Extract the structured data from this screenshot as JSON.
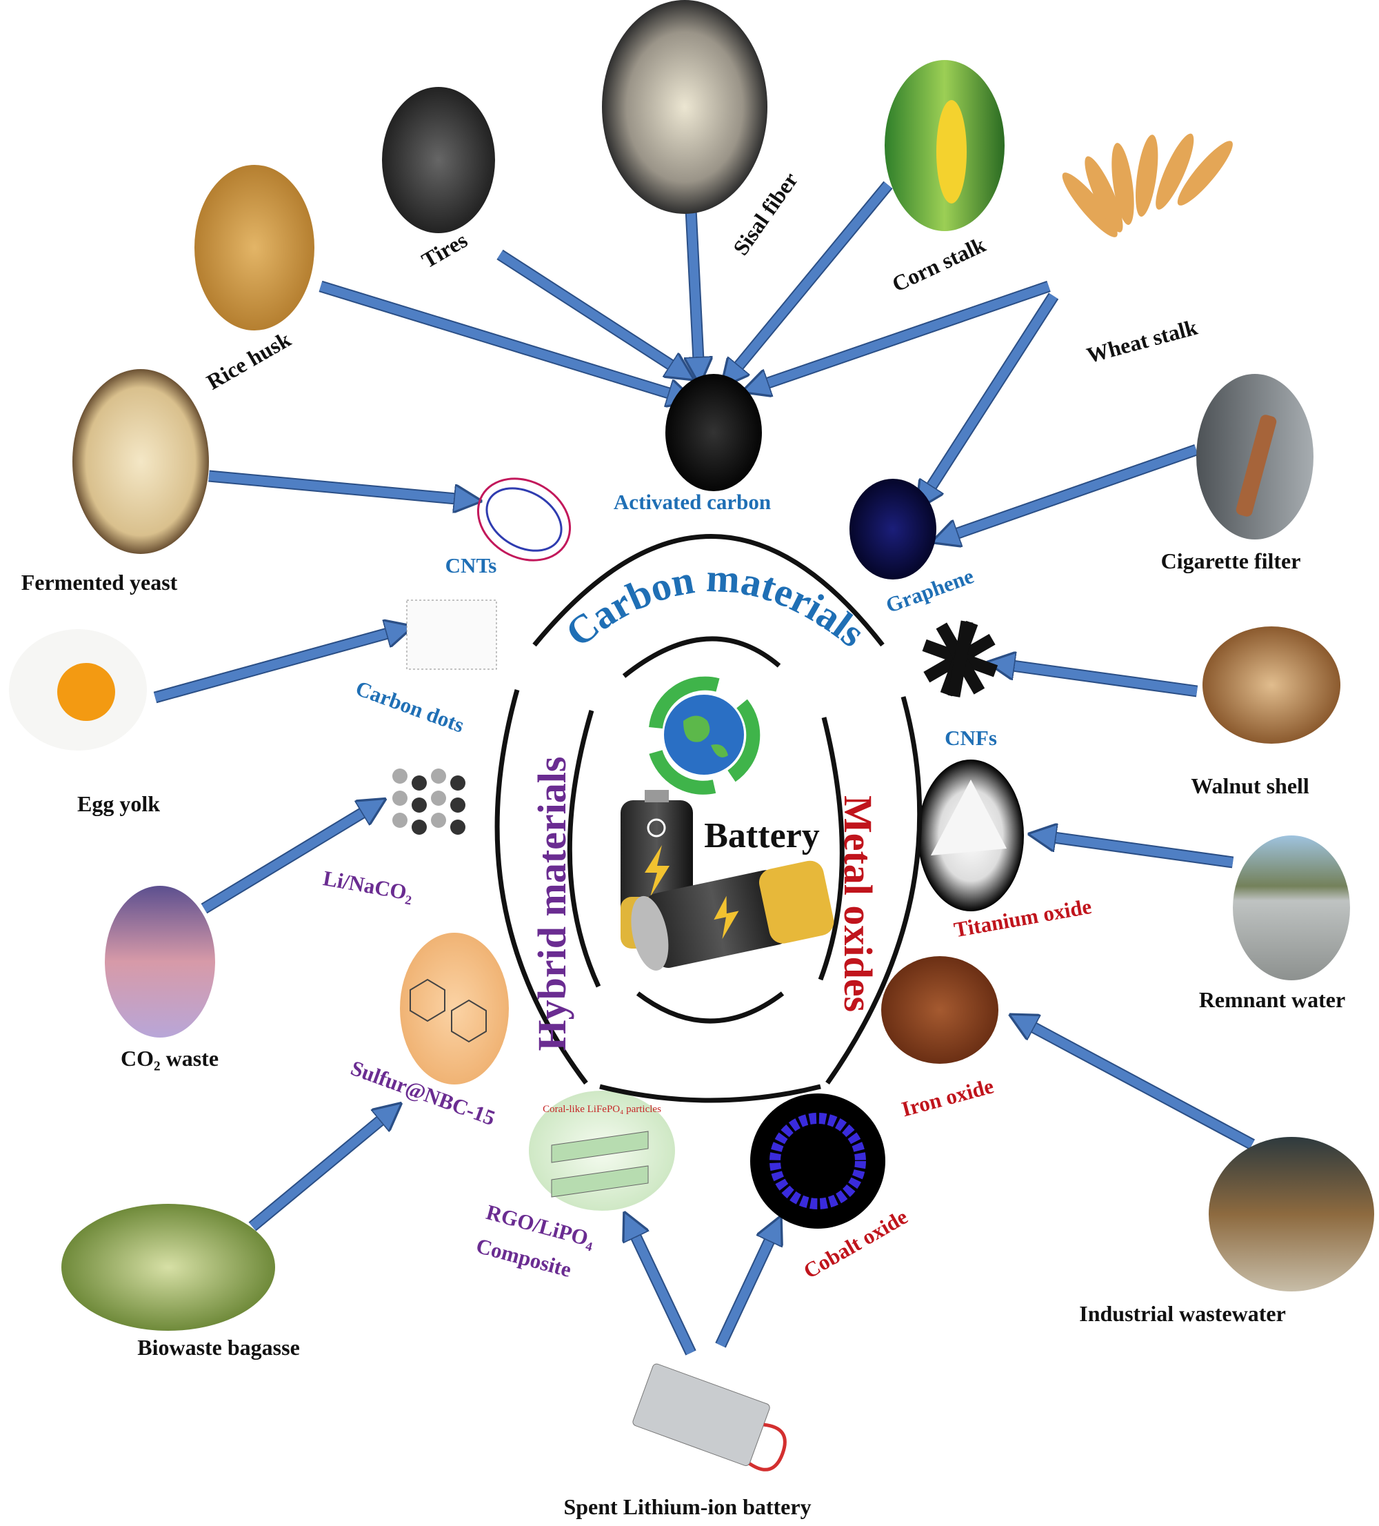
{
  "colors": {
    "arrow": "#4f7fc4",
    "arrow_outline": "#2b4f86",
    "carbon": "#1f6fb5",
    "hybrid": "#6a2c91",
    "metal": "#c0141c",
    "ring": "#111111"
  },
  "center": {
    "label": "Battery",
    "icons": [
      "recycle-globe-icon",
      "battery-icon"
    ]
  },
  "categories": {
    "carbon": "Carbon materials",
    "hybrid": "Hybrid materials",
    "metal": "Metal oxides"
  },
  "sources": {
    "rice_husk": "Rice husk",
    "tires": "Tires",
    "sisal_fiber": "Sisal fiber",
    "corn_stalk": "Corn stalk",
    "wheat_stalk": "Wheat stalk",
    "fermented_yeast": "Fermented yeast",
    "cigarette_filter": "Cigarette filter",
    "egg_yolk": "Egg yolk",
    "walnut_shell": "Walnut shell",
    "remnant_water": "Remnant water",
    "co2_waste": "CO₂ waste",
    "industrial_wastewater": "Industrial wastewater",
    "biowaste_bagasse": "Biowaste bagasse",
    "spent_battery": "Spent Lithium-ion battery"
  },
  "products": {
    "activated_carbon": "Activated carbon",
    "cnts": "CNTs",
    "graphene": "Graphene",
    "carbon_dots": "Carbon dots",
    "cnfs": "CNFs",
    "li_naco2": "Li/NaCO₂",
    "titanium_oxide": "Titanium oxide",
    "sulfur_nbc": "Sulfur@NBC-15",
    "iron_oxide": "Iron oxide",
    "rgo_line1": "RGO/LiPO₄",
    "rgo_line2": "Composite",
    "cobalt_oxide": "Cobalt oxide"
  },
  "inset_text": {
    "rgo_caption": "Coral-like LiFePO₄ particles"
  }
}
